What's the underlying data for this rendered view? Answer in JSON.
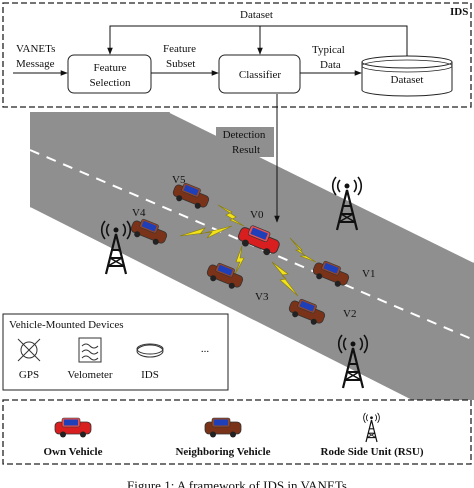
{
  "ids_panel": {
    "tag": "IDS",
    "input_label_line1": "VANETs",
    "input_label_line2": "Message",
    "feature_selection_line1": "Feature",
    "feature_selection_line2": "Selection",
    "feature_subset_line1": "Feature",
    "feature_subset_line2": "Subset",
    "classifier": "Classifier",
    "typical_data_line1": "Typical",
    "typical_data_line2": "Data",
    "dataset_box": "Dataset",
    "dataset_top_label": "Dataset",
    "detection_result_line1": "Detection",
    "detection_result_line2": "Result"
  },
  "road_scene": {
    "vehicles": [
      "V0",
      "V1",
      "V2",
      "V3",
      "V4",
      "V5"
    ],
    "colors": {
      "road": "#8f8f8f",
      "own_vehicle": "#d81e1e",
      "neighbor_vehicle": "#7a3218",
      "lightning": "#f2e21c",
      "window": "#1f3fb8"
    }
  },
  "devices_panel": {
    "title": "Vehicle-Mounted Devices",
    "items": [
      "GPS",
      "Velometer",
      "IDS"
    ],
    "more": "..."
  },
  "legend": {
    "own_vehicle": "Own Vehicle",
    "neighboring_vehicle": "Neighboring Vehicle",
    "rsu": "Rode Side Unit (RSU)"
  },
  "caption": "Figure 1: A framework of IDS in VANETs"
}
